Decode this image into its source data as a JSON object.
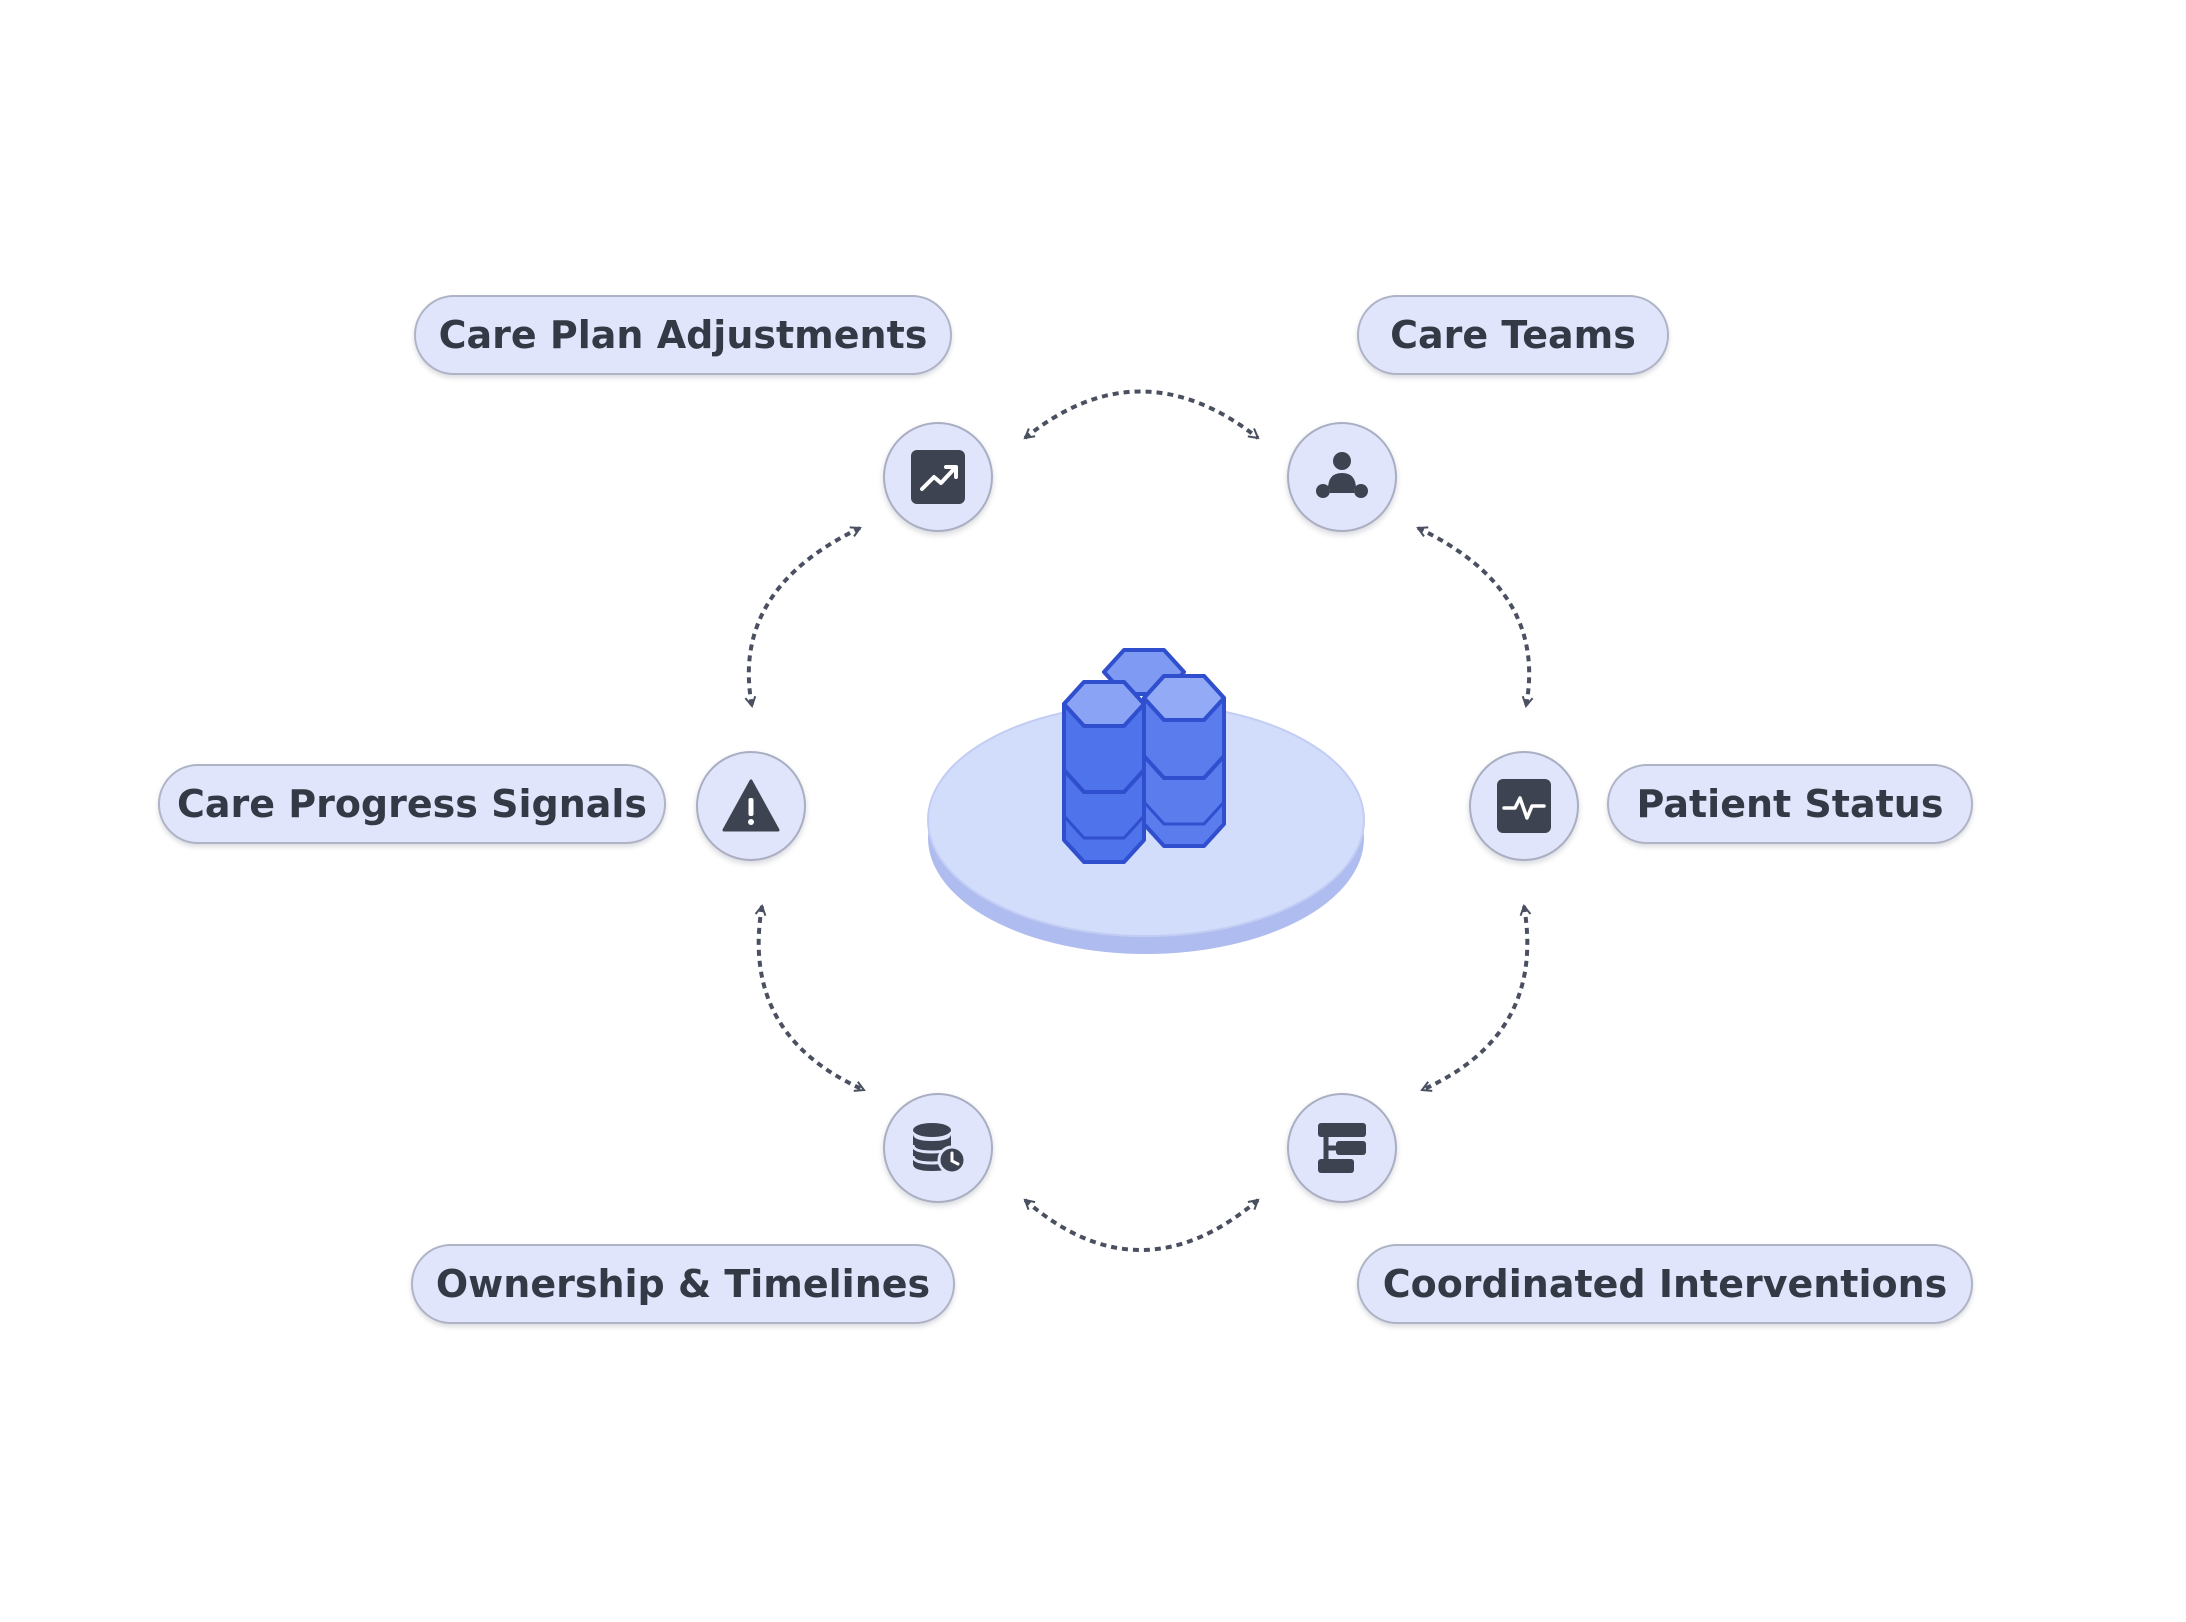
{
  "labels": {
    "care_plan_adjustments": "Care Plan Adjustments",
    "care_teams": "Care Teams",
    "care_progress_signals": "Care Progress Signals",
    "patient_status": "Patient Status",
    "ownership_timelines": "Ownership & Timelines",
    "coordinated_interventions": "Coordinated Interventions"
  },
  "icons": {
    "care_plan_adjustments": "trending-up-icon",
    "care_teams": "team-icon",
    "care_progress_signals": "warning-icon",
    "patient_status": "heartbeat-icon",
    "ownership_timelines": "database-clock-icon",
    "coordinated_interventions": "timeline-blocks-icon",
    "center": "hexagon-stack-icon"
  },
  "colors": {
    "pill_fill": "#e1e5fb",
    "pill_border": "#aeb3c6",
    "text": "#333a46",
    "icon": "#3d4350",
    "arrow": "#4a5060",
    "hub_top": "#d2dcfb",
    "hub_side": "#aebcef",
    "hex_blue": "#4f73ea",
    "hex_edge": "#2f4fcf"
  }
}
